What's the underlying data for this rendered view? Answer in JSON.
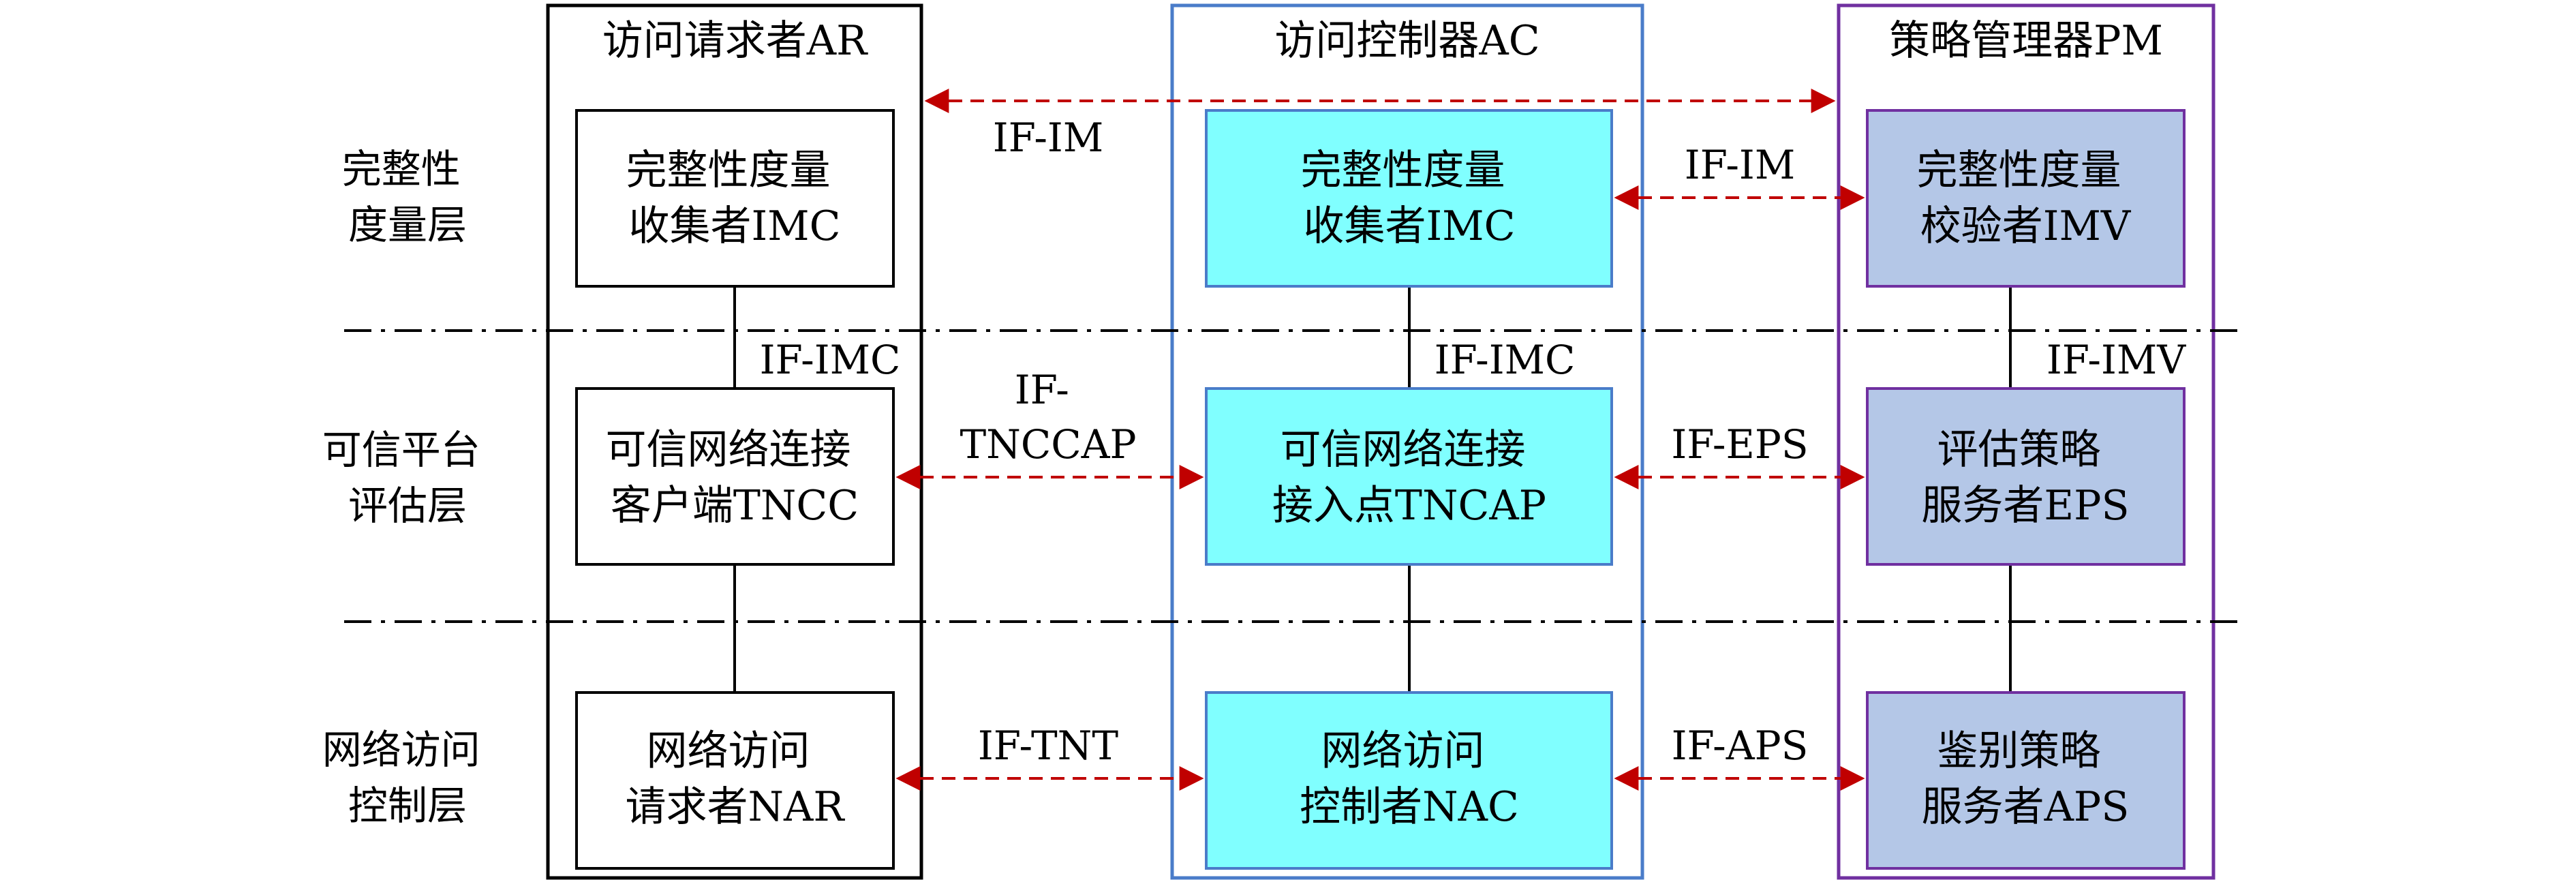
{
  "colors": {
    "ar_border": "#000000",
    "ac_border": "#4a7cc9",
    "pm_border": "#7030a0",
    "box_ar_fill": "#ffffff",
    "box_ac_fill": "#80ffff",
    "box_pm_fill": "#b4c7e7",
    "arrow": "#c00000"
  },
  "layers": [
    {
      "lines": [
        "完整性",
        "度量层"
      ]
    },
    {
      "lines": [
        "可信平台",
        "评估层"
      ]
    },
    {
      "lines": [
        "网络访问",
        "控制层"
      ]
    }
  ],
  "entities": {
    "ar": {
      "title": "访问请求者AR"
    },
    "ac": {
      "title": "访问控制器AC"
    },
    "pm": {
      "title": "策略管理器PM"
    }
  },
  "boxes": {
    "ar_imc": {
      "lines": [
        "完整性度量",
        "收集者IMC"
      ]
    },
    "ar_tncc": {
      "lines": [
        "可信网络连接",
        "客户端TNCC"
      ]
    },
    "ar_nar": {
      "lines": [
        "网络访问",
        "请求者NAR"
      ]
    },
    "ac_imc": {
      "lines": [
        "完整性度量",
        "收集者IMC"
      ]
    },
    "ac_tncap": {
      "lines": [
        "可信网络连接",
        "接入点TNCAP"
      ]
    },
    "ac_nac": {
      "lines": [
        "网络访问",
        "控制者NAC"
      ]
    },
    "pm_imv": {
      "lines": [
        "完整性度量",
        "校验者IMV"
      ]
    },
    "pm_eps": {
      "lines": [
        "评估策略",
        "服务者EPS"
      ]
    },
    "pm_aps": {
      "lines": [
        "鉴别策略",
        "服务者APS"
      ]
    }
  },
  "interfaces": {
    "top_im": "IF-IM",
    "ac_pm_im": "IF-IM",
    "ar_imc": "IF-IMC",
    "ac_imc": "IF-IMC",
    "pm_imv": "IF-IMV",
    "tnccap": [
      "IF-",
      "TNCCAP"
    ],
    "eps": "IF-EPS",
    "tnt": "IF-TNT",
    "aps": "IF-APS"
  }
}
